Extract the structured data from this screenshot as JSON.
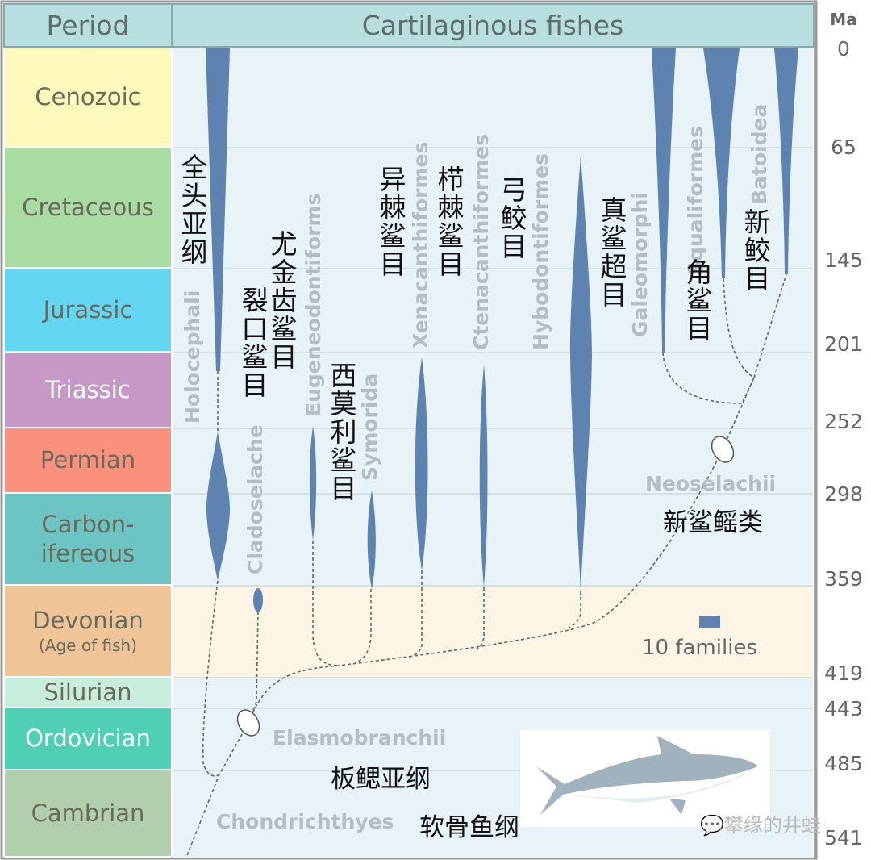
{
  "header": {
    "period": "Period",
    "title": "Cartilaginous fishes",
    "ma": "Ma"
  },
  "periods": [
    {
      "name": "Cenozoic",
      "color": "#fdf9bb"
    },
    {
      "name": "Cretaceous",
      "color": "#a9dca3"
    },
    {
      "name": "Jurassic",
      "color": "#64d6f1"
    },
    {
      "name": "Triassic",
      "color": "#c598c7"
    },
    {
      "name": "Permian",
      "color": "#f9917d"
    },
    {
      "name": "Carbon-",
      "name2": "ifereous",
      "color": "#6cc5c3"
    },
    {
      "name": "Devonian",
      "sub": "(Age of fish)",
      "color": "#efc598"
    },
    {
      "name": "Silurian",
      "color": "#c7eedd"
    },
    {
      "name": "Ordovician",
      "color": "#4fcfb4"
    },
    {
      "name": "Cambrian",
      "color": "#b1cfad"
    }
  ],
  "ma_ticks": [
    "0",
    "65",
    "145",
    "201",
    "252",
    "298",
    "359",
    "419",
    "443",
    "485",
    "541"
  ],
  "taxa": {
    "holocephali": {
      "en": "Holocephali",
      "zh": "全头亚纲"
    },
    "cladoselache": {
      "en": "Cladoselache",
      "zh": "裂口鲨目"
    },
    "eugeneodontiforms": {
      "en": "Eugeneodontiforms",
      "zh": "尤金齿鲨目"
    },
    "symorida": {
      "en": "Symorida",
      "zh": "西莫利鲨目"
    },
    "xenacanthiformes": {
      "en": "Xenacanthiformes",
      "zh": "异棘鲨目"
    },
    "ctenacanthiformes": {
      "en": "Ctenacanthiformes",
      "zh": "栉棘鲨目"
    },
    "hybodontiformes": {
      "en": "Hybodontiformes",
      "zh": "弓鲛目"
    },
    "galeomorphi": {
      "en": "Galeomorphi",
      "zh": "真鲨超目"
    },
    "squaliformes": {
      "en": "Squaliformes",
      "zh": "角鲨目"
    },
    "batoidea": {
      "en": "Batoidea",
      "zh": "新鲛目"
    },
    "neoselachii": {
      "en": "Neoselachii",
      "zh": "新鲨鳐类"
    },
    "elasmobranchii": {
      "en": "Elasmobranchii",
      "zh": "板鳃亚纲"
    },
    "chondrichthyes": {
      "en": "Chondrichthyes",
      "zh": "软骨鱼纲"
    }
  },
  "legend": {
    "label": "10 families",
    "color": "#5b7fad"
  },
  "watermark": "攀缘的井蛙",
  "colors": {
    "spindle": "#5f83b1",
    "background": "#e7f3f6",
    "devonian_band": "#fcf5e6"
  }
}
